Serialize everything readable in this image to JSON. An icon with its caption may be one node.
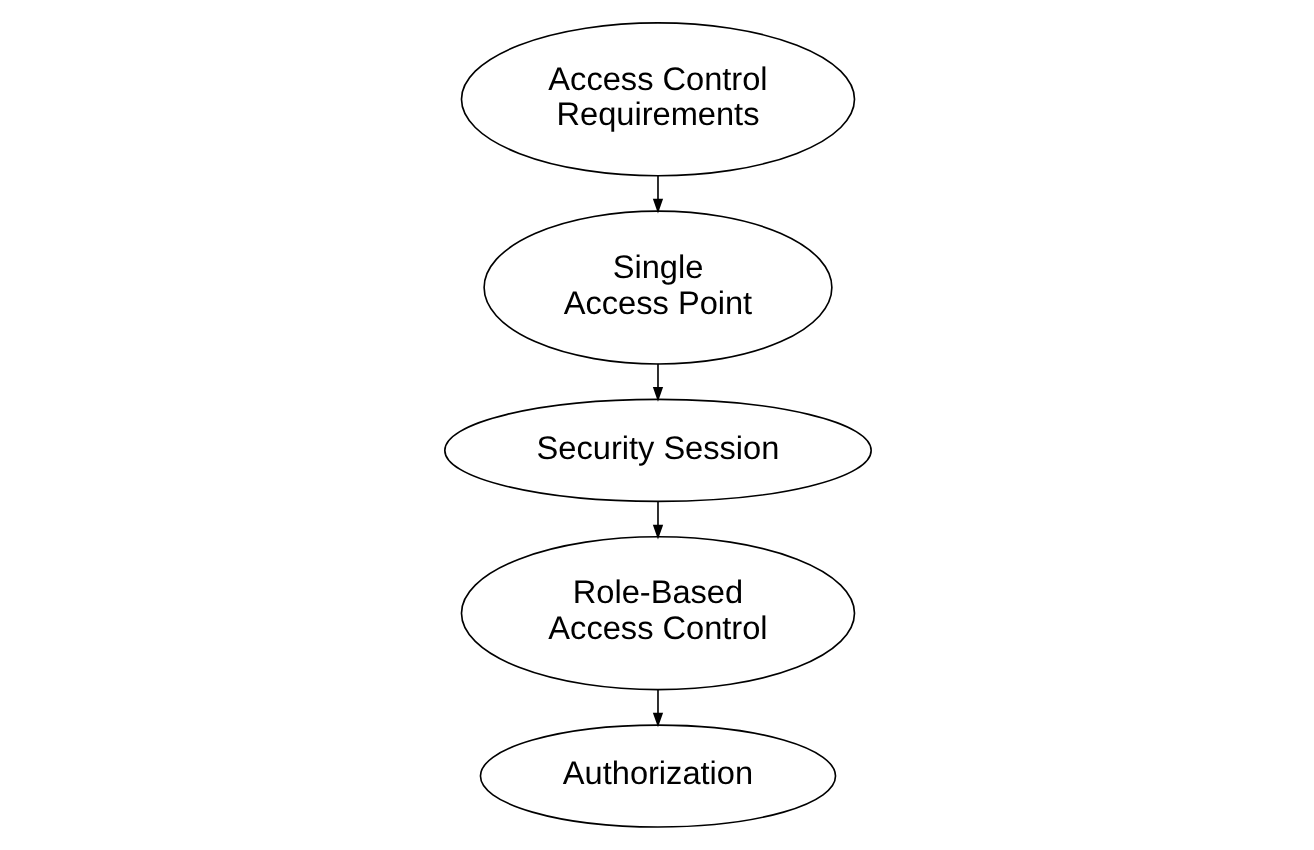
{
  "diagram": {
    "nodes": [
      {
        "text": [
          "Access Control Requirements"
        ]
      },
      {
        "text": [
          "Single Access Point"
        ]
      },
      {
        "text": [
          "Security Session"
        ]
      },
      {
        "text": [
          "Role-Based Access Control"
        ]
      },
      {
        "text": [
          "Authorization"
        ]
      }
    ],
    "edges": [
      {
        "from": 0,
        "to": 1,
        "arrow": "to"
      },
      {
        "from": 1,
        "to": 2,
        "arrow": "to"
      },
      {
        "from": 2,
        "to": 3,
        "arrow": "to"
      },
      {
        "from": 3,
        "to": 4,
        "arrow": "to"
      }
    ]
  }
}
